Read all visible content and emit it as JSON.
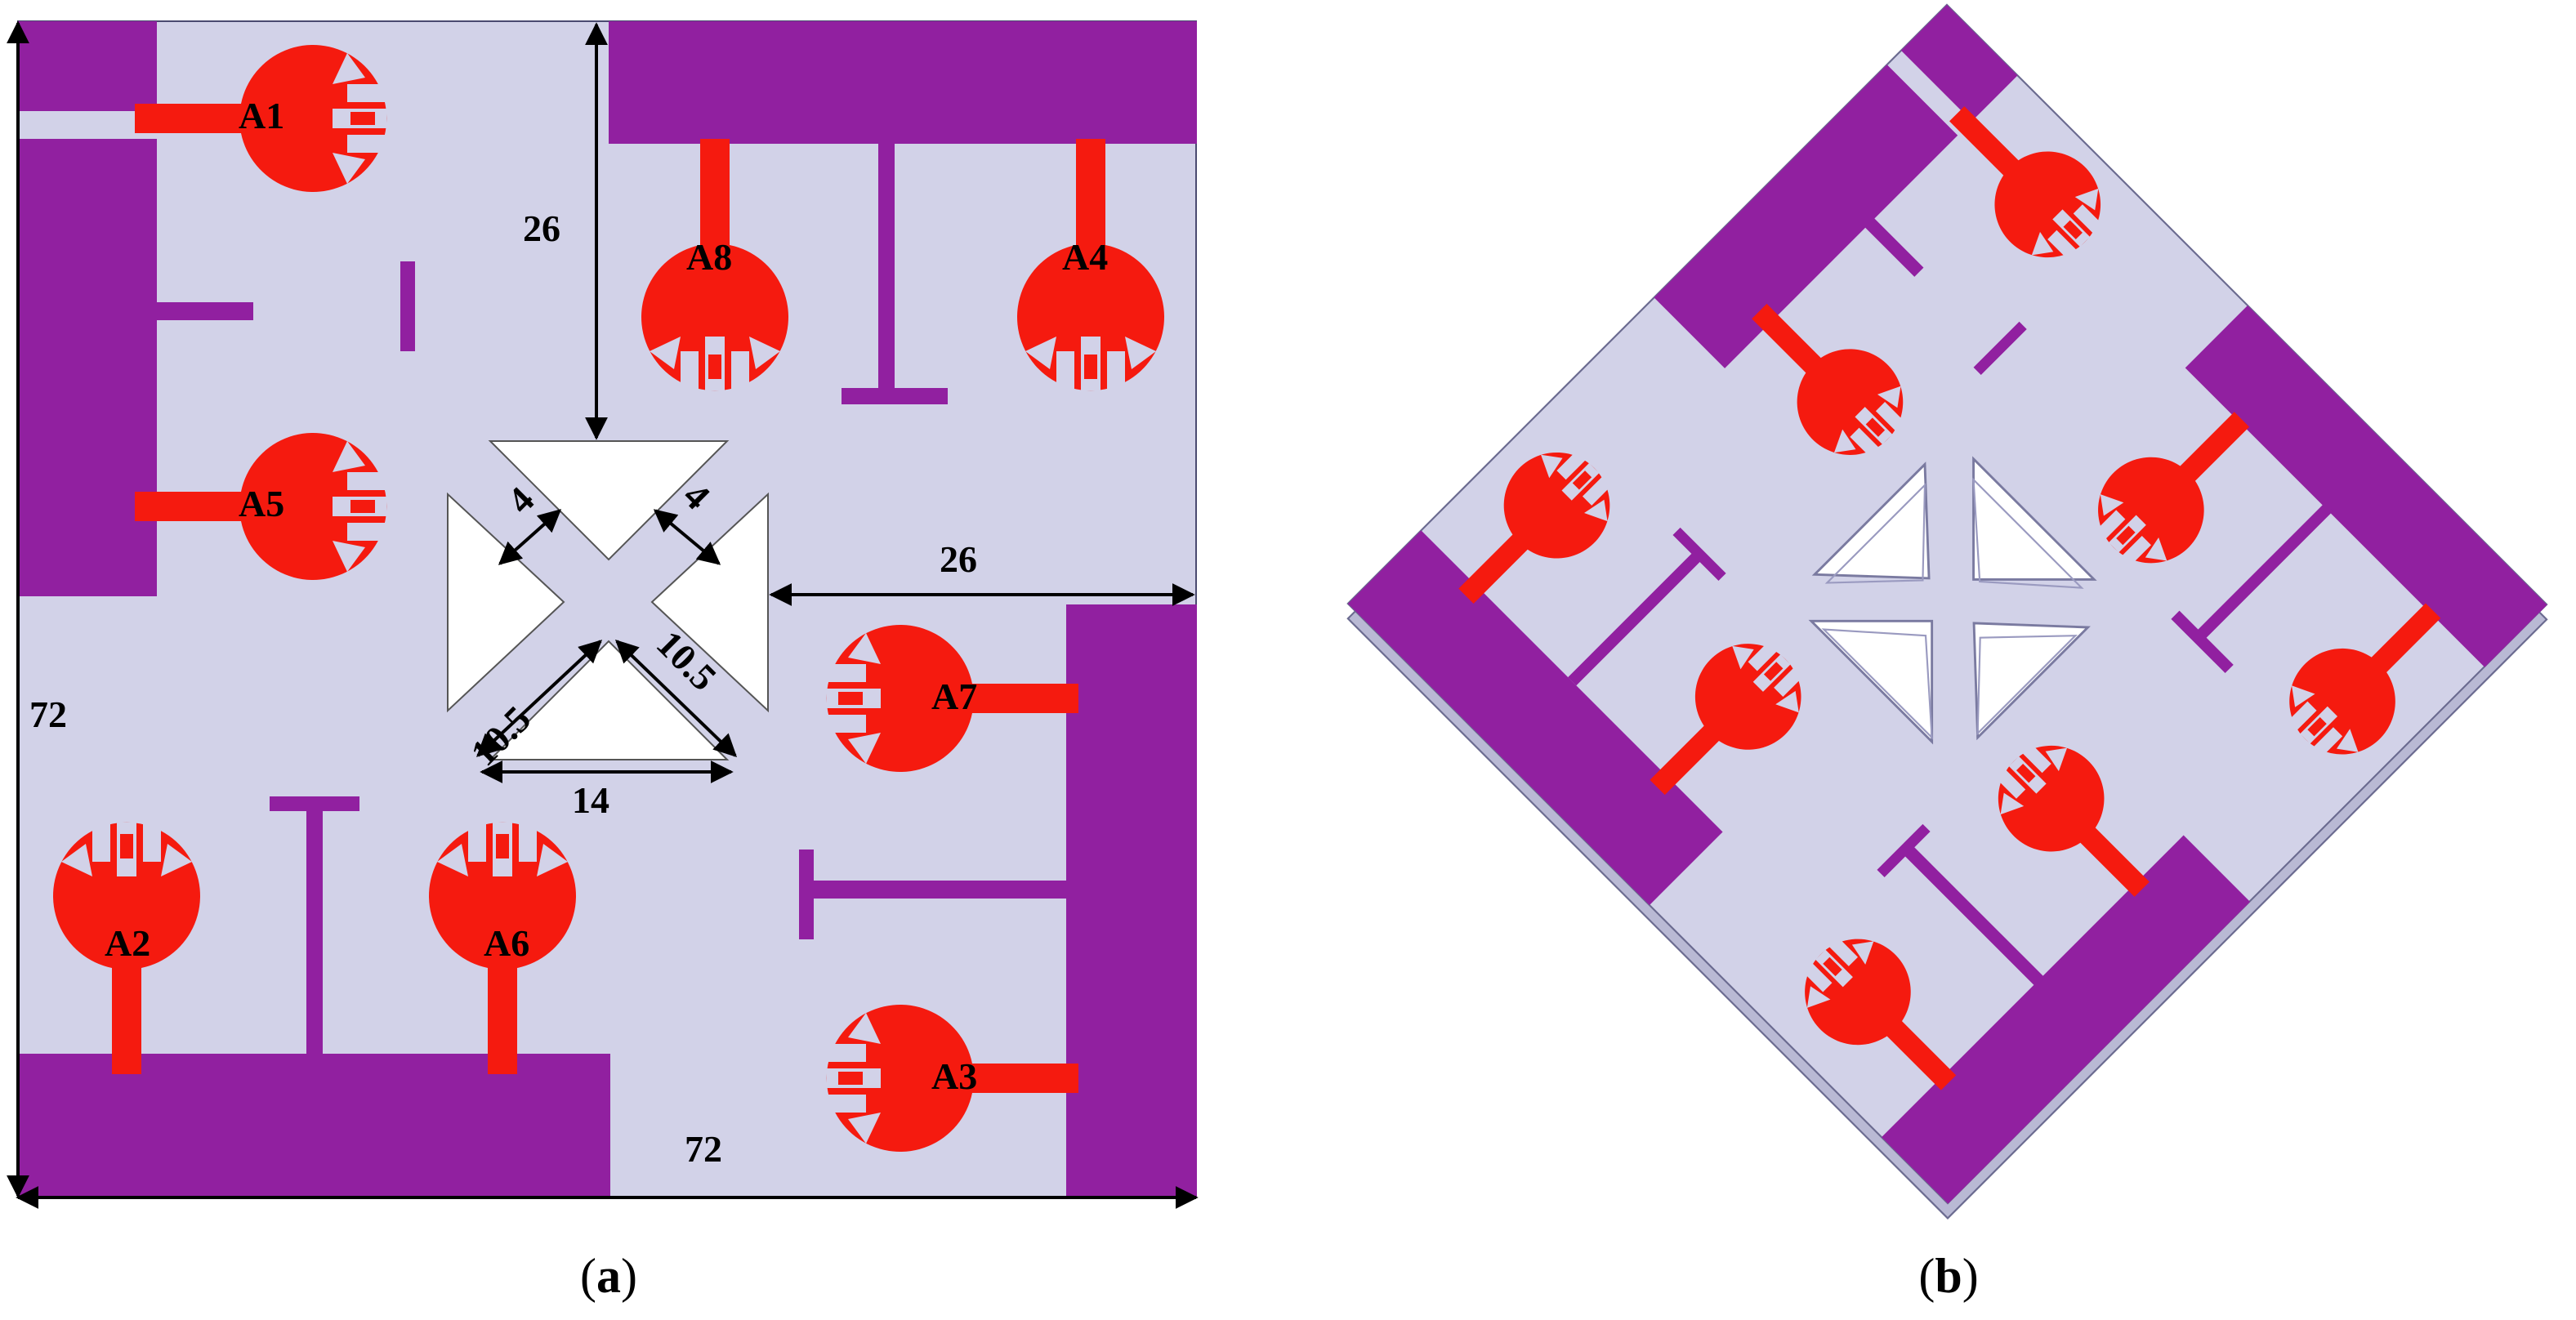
{
  "panel_a": {
    "caption_open": "(",
    "caption_letter": "a",
    "caption_close": ")",
    "antenna_labels": [
      "A1",
      "A2",
      "A3",
      "A4",
      "A5",
      "A6",
      "A7",
      "A8"
    ],
    "dimensions": {
      "width": "72",
      "height": "72",
      "top_gap": "26",
      "right_gap": "26",
      "slot_width_left": "4",
      "slot_width_right": "4",
      "side_left": "10.5",
      "side_right": "10.5",
      "base": "14"
    }
  },
  "panel_b": {
    "caption_open": "(",
    "caption_letter": "b",
    "caption_close": ")"
  },
  "colors": {
    "substrate": "#d2d2e8",
    "ground": "#9120a0",
    "patch": "#f51a0f",
    "slot": "#ffffff",
    "outline": "#1a1a1a"
  }
}
